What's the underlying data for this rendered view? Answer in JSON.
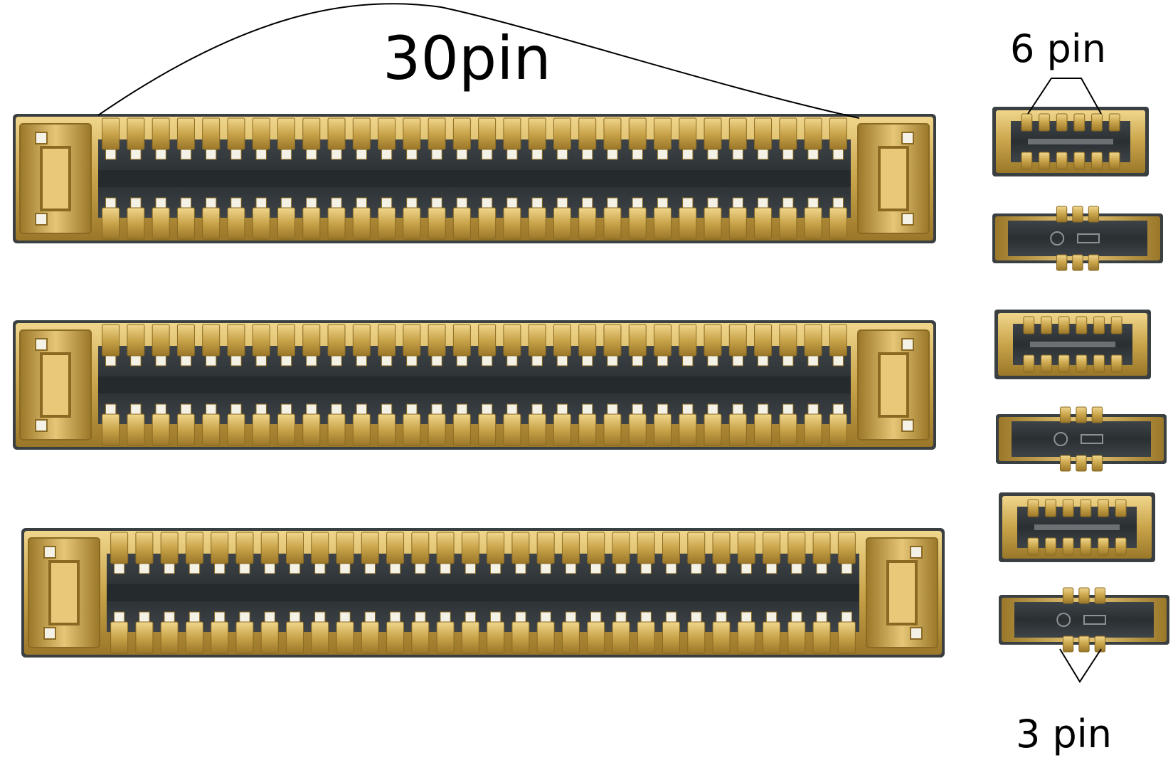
{
  "labels": {
    "large": "30pin",
    "top_right": "6 pin",
    "bottom_right": "3 pin"
  },
  "connectors": {
    "large": {
      "count": 3,
      "pins_per_row": 30,
      "rows": 2
    },
    "small_6pin": {
      "count": 3,
      "pins_per_row": 6,
      "rows": 2
    },
    "small_3pin": {
      "count": 3,
      "pins_per_row": 3,
      "rows": 2
    }
  },
  "colors": {
    "gold": "#c9a44a",
    "gold_light": "#e8c979",
    "gold_dark": "#8a6a22",
    "body_dark": "#2f3437",
    "body_mid": "#4b5156",
    "pad_white": "#f4f1e6",
    "callout_line": "#000000"
  }
}
